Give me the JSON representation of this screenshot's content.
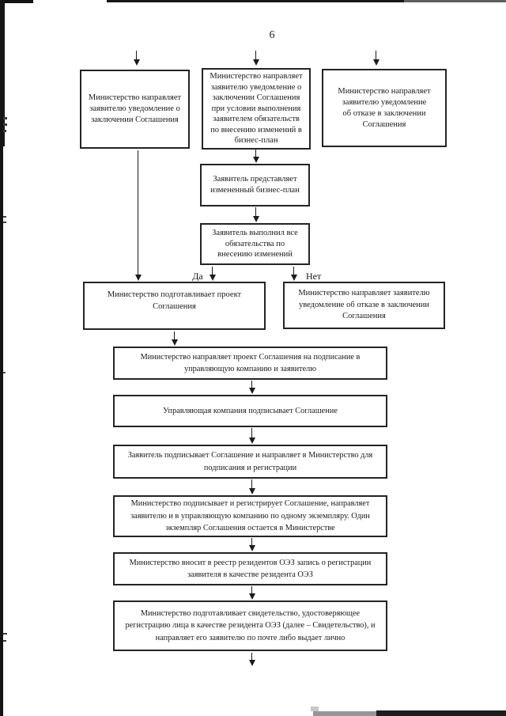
{
  "page": {
    "number": "6"
  },
  "diagram": {
    "branch_yes": "Да",
    "branch_no": "Нет",
    "nodes": {
      "notify_conclusion": "Министерство направляет\nзаявителю уведомление о\nзаключении Соглашения",
      "notify_conditional": "Министерство направляет\nзаявителю уведомление о\nзаключении Соглашения\nпри условии выполнения\nзаявителем обязательств\nпо внесению изменений в\nбизнес-план",
      "notify_refusal_top": "Министерство направляет\nзаявителю уведомление\nоб отказе в заключении\nСоглашения",
      "submit_plan": "Заявитель представляет\nизмененный бизнес-план",
      "fulfilled_obligations": "Заявитель выполнил все\nобязательства по\nвнесению изменений",
      "prepare_draft": "Министерство подготавливает проект\nСоглашения",
      "notify_refusal_branch": "Министерство направляет заявителю\nуведомление об отказе в заключении\nСоглашения",
      "send_draft": "Министерство направляет проект Соглашения на подписание в\nуправляющую компанию и заявителю",
      "company_signs": "Управляющая компания подписывает Соглашение",
      "applicant_signs": "Заявитель подписывает Соглашение и направляет в Министерство для\nподписания и регистрации",
      "ministry_signs": "Министерство подписывает и регистрирует Соглашение, направляет\nзаявителю и в управляющую компанию по одному экземпляру. Один\nэкземпляр Соглашения остается в Министерстве",
      "registry_entry": "Министерство вносит в реестр резидентов ОЭЗ запись о регистрации\nзаявителя в качестве резидента ОЭЗ",
      "certificate": "Министерство подготавливает свидетельство, удостоверяющее\nрегистрацию лица в качестве резидента ОЭЗ (далее – Свидетельство), и\nнаправляет его заявителю по почте либо выдает лично"
    }
  }
}
